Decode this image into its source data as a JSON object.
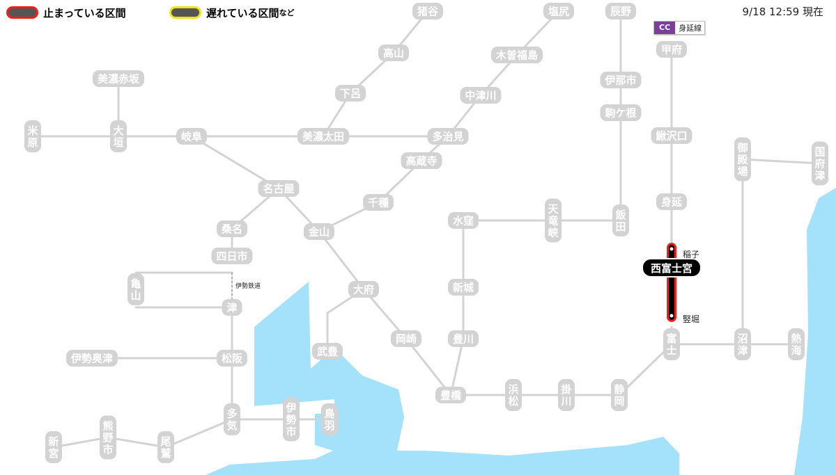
{
  "legend": {
    "stopped_label": "止まっている区間",
    "delayed_label": "遅れている区間",
    "delayed_suffix": "など"
  },
  "timestamp": "9/18 12:59 現在",
  "badge": {
    "code": "CC",
    "line_name": "身延線"
  },
  "colors": {
    "water": "#a4e2fb",
    "track": "#d3d3d3",
    "station_fill": "#d3d3d3",
    "station_text": "#ffffff",
    "stopped_line": "#000000",
    "stopped_glow": "#ff1a1a",
    "delayed_glow": "#f1e319",
    "badge": "#7b3f9a"
  },
  "stations": [
    {
      "id": "inotani",
      "name": "猪谷",
      "vertical": false
    },
    {
      "id": "takayama",
      "name": "高山",
      "vertical": false
    },
    {
      "id": "gero",
      "name": "下呂",
      "vertical": false
    },
    {
      "id": "shiojiri",
      "name": "塩尻",
      "vertical": false
    },
    {
      "id": "kisofukushima",
      "name": "木曽福島",
      "vertical": false
    },
    {
      "id": "nakatsugawa",
      "name": "中津川",
      "vertical": false
    },
    {
      "id": "tatsuno",
      "name": "辰野",
      "vertical": false
    },
    {
      "id": "inashi",
      "name": "伊那市",
      "vertical": false
    },
    {
      "id": "komagane",
      "name": "駒ケ根",
      "vertical": false
    },
    {
      "id": "kofu",
      "name": "甲府",
      "vertical": false
    },
    {
      "id": "kajikazawaguchi",
      "name": "鰍沢口",
      "vertical": false
    },
    {
      "id": "minobu",
      "name": "身延",
      "vertical": false
    },
    {
      "id": "minoakasaka",
      "name": "美濃赤坂",
      "vertical": false
    },
    {
      "id": "maibara",
      "name": "米原",
      "vertical": true
    },
    {
      "id": "ogaki",
      "name": "大垣",
      "vertical": true
    },
    {
      "id": "gifu",
      "name": "岐阜",
      "vertical": false
    },
    {
      "id": "minoota",
      "name": "美濃太田",
      "vertical": false
    },
    {
      "id": "tajimi",
      "name": "多治見",
      "vertical": false
    },
    {
      "id": "kozoji",
      "name": "高蔵寺",
      "vertical": false
    },
    {
      "id": "chikusa",
      "name": "千種",
      "vertical": false
    },
    {
      "id": "nagoya",
      "name": "名古屋",
      "vertical": false
    },
    {
      "id": "kanayama",
      "name": "金山",
      "vertical": false
    },
    {
      "id": "kuwana",
      "name": "桑名",
      "vertical": false
    },
    {
      "id": "yokkaichi",
      "name": "四日市",
      "vertical": false
    },
    {
      "id": "kameyama",
      "name": "亀山",
      "vertical": true
    },
    {
      "id": "tsu",
      "name": "津",
      "vertical": false
    },
    {
      "id": "iseokitsu",
      "name": "伊勢奥津",
      "vertical": false
    },
    {
      "id": "matsusaka",
      "name": "松阪",
      "vertical": false
    },
    {
      "id": "taki",
      "name": "多気",
      "vertical": true
    },
    {
      "id": "iseshi",
      "name": "伊勢市",
      "vertical": true
    },
    {
      "id": "toba",
      "name": "鳥羽",
      "vertical": true
    },
    {
      "id": "shingu",
      "name": "新宮",
      "vertical": true
    },
    {
      "id": "kumanoshi",
      "name": "熊野市",
      "vertical": true
    },
    {
      "id": "owase",
      "name": "尾鷲",
      "vertical": true
    },
    {
      "id": "obu",
      "name": "大府",
      "vertical": false
    },
    {
      "id": "taketoyo",
      "name": "武豊",
      "vertical": false
    },
    {
      "id": "okazaki",
      "name": "岡崎",
      "vertical": false
    },
    {
      "id": "toyohashi",
      "name": "豊橋",
      "vertical": false
    },
    {
      "id": "mizukubo",
      "name": "水窪",
      "vertical": false
    },
    {
      "id": "shinshiro",
      "name": "新城",
      "vertical": false
    },
    {
      "id": "toyokawa",
      "name": "豊川",
      "vertical": false
    },
    {
      "id": "tenryukyo",
      "name": "天竜峡",
      "vertical": true
    },
    {
      "id": "iida",
      "name": "飯田",
      "vertical": true
    },
    {
      "id": "hamamatsu",
      "name": "浜松",
      "vertical": true
    },
    {
      "id": "kakegawa",
      "name": "掛川",
      "vertical": true
    },
    {
      "id": "shizuoka",
      "name": "静岡",
      "vertical": true
    },
    {
      "id": "fuji",
      "name": "富士",
      "vertical": true
    },
    {
      "id": "numazu",
      "name": "沼津",
      "vertical": true
    },
    {
      "id": "atami",
      "name": "熱海",
      "vertical": true
    },
    {
      "id": "gotemba",
      "name": "御殿場",
      "vertical": true
    },
    {
      "id": "kozu",
      "name": "国府津",
      "vertical": true
    }
  ],
  "highlight_station": {
    "name": "西富士宮"
  },
  "small_labels": [
    {
      "id": "inako",
      "text": "稲子"
    },
    {
      "id": "tatebori",
      "text": "竪堀"
    },
    {
      "id": "ise_railway",
      "text": "伊勢鉄道"
    }
  ],
  "stopped_sections": [
    {
      "line": "身延線",
      "from": "稲子",
      "to": "竪堀"
    }
  ]
}
